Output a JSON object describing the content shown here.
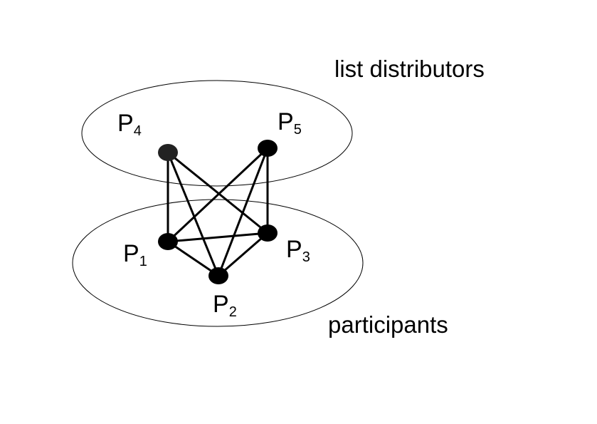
{
  "groups": {
    "distributors": {
      "label": "list distributors"
    },
    "participants": {
      "label": "participants"
    }
  },
  "nodes": [
    {
      "id": "p1",
      "letter": "P",
      "sub": "1",
      "group": "participants",
      "fill": "#000000"
    },
    {
      "id": "p2",
      "letter": "P",
      "sub": "2",
      "group": "participants",
      "fill": "#000000"
    },
    {
      "id": "p3",
      "letter": "P",
      "sub": "3",
      "group": "participants",
      "fill": "#000000"
    },
    {
      "id": "p4",
      "letter": "P",
      "sub": "4",
      "group": "distributors",
      "fill": "#222222"
    },
    {
      "id": "p5",
      "letter": "P",
      "sub": "5",
      "group": "distributors",
      "fill": "#000000"
    }
  ],
  "edges": [
    [
      "p4",
      "p1"
    ],
    [
      "p4",
      "p2"
    ],
    [
      "p4",
      "p3"
    ],
    [
      "p5",
      "p1"
    ],
    [
      "p5",
      "p2"
    ],
    [
      "p5",
      "p3"
    ],
    [
      "p1",
      "p2"
    ],
    [
      "p1",
      "p3"
    ],
    [
      "p2",
      "p3"
    ]
  ],
  "colors": {
    "stroke": "#000000",
    "background": "#ffffff"
  }
}
